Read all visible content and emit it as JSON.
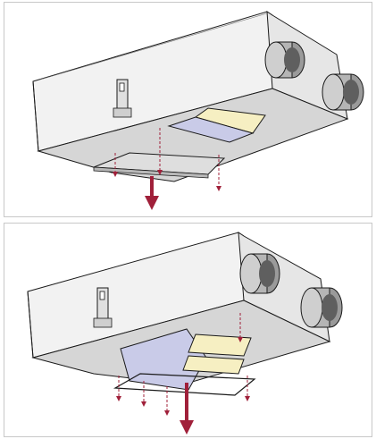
{
  "figure": {
    "panels": [
      {
        "id": "filter-hatch-closed",
        "step": 1
      },
      {
        "id": "filter-hatch-open",
        "step": 2
      }
    ],
    "colors": {
      "housing": "#f2f2f2",
      "housing_side": "#e2e2e2",
      "housing_bottom": "#d4d4d4",
      "outline": "#1a1a1a",
      "filter_yellow": "#f6efc2",
      "filter_blue": "#c9cbe8",
      "duct_grey": "#9a9a9a",
      "arrow_red": "#a0203a"
    },
    "icons": [
      "duct-connector-icon",
      "down-arrow-icon",
      "dashed-arrow-icon"
    ]
  }
}
